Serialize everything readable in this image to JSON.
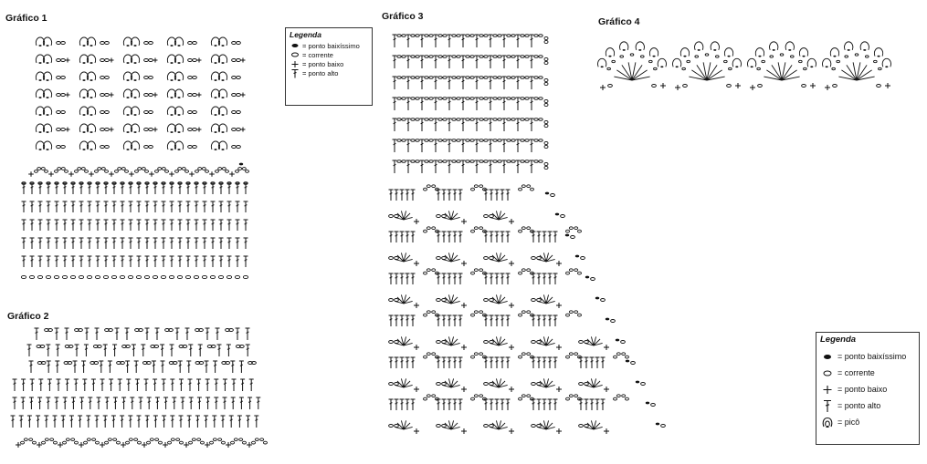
{
  "charts": {
    "g1_title": "Gráfico 1",
    "g2_title": "Gráfico 2",
    "g3_title": "Gráfico 3",
    "g4_title": "Gráfico 4"
  },
  "legend_small": {
    "title": "Legenda",
    "items": [
      {
        "symbol": "filled-oval-icon",
        "label": "= ponto baixíssimo"
      },
      {
        "symbol": "oval-icon",
        "label": "= corrente"
      },
      {
        "symbol": "plus-icon",
        "label": "= ponto baixo"
      },
      {
        "symbol": "t-stitch-icon",
        "label": "= ponto alto"
      }
    ]
  },
  "legend_large": {
    "title": "Legenda",
    "items": [
      {
        "symbol": "filled-oval-icon",
        "label": "= ponto baixíssimo"
      },
      {
        "symbol": "oval-icon",
        "label": "= corrente"
      },
      {
        "symbol": "plus-icon",
        "label": "= ponto baixo"
      },
      {
        "symbol": "t-stitch-icon",
        "label": "= ponto alto"
      },
      {
        "symbol": "picot-icon",
        "label": "= picô"
      }
    ]
  },
  "colors": {
    "ink": "#111111",
    "background": "#ffffff"
  }
}
